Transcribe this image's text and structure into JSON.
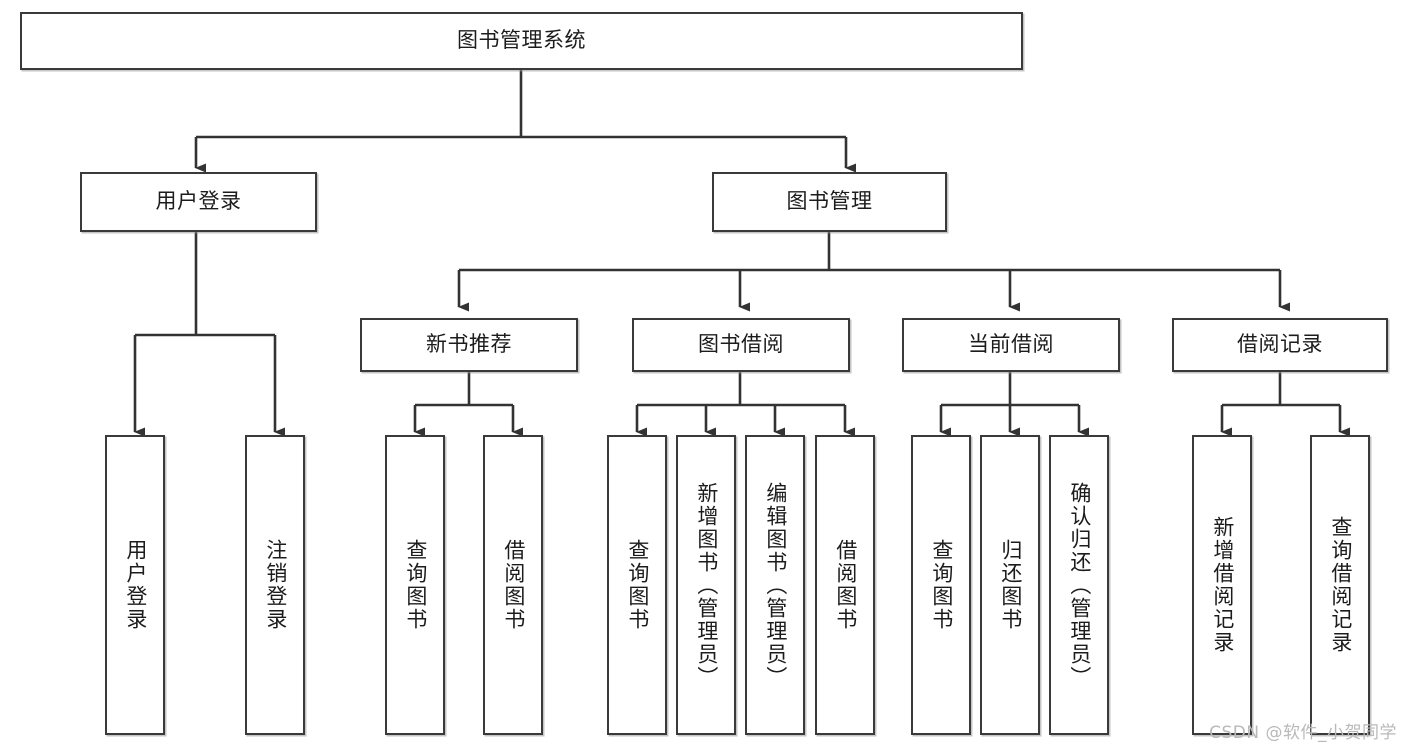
{
  "diagram": {
    "type": "tree",
    "title": "图书管理系统",
    "watermark": "CSDN @软件_小贺同学",
    "root": {
      "label": "图书管理系统"
    },
    "level2": [
      {
        "label": "用户登录"
      },
      {
        "label": "图书管理"
      }
    ],
    "level3": [
      {
        "label": "新书推荐"
      },
      {
        "label": "图书借阅"
      },
      {
        "label": "当前借阅"
      },
      {
        "label": "借阅记录"
      }
    ],
    "leaves": {
      "user_login": [
        {
          "label": "用户登录"
        },
        {
          "label": "注销登录"
        }
      ],
      "new_book": [
        {
          "label": "查询图书"
        },
        {
          "label": "借阅图书"
        }
      ],
      "book_borrow": [
        {
          "label": "查询图书"
        },
        {
          "label": "新增图书（管理员）"
        },
        {
          "label": "编辑图书（管理员）"
        },
        {
          "label": "借阅图书"
        }
      ],
      "current_borrow": [
        {
          "label": "查询图书"
        },
        {
          "label": "归还图书"
        },
        {
          "label": "确认归还（管理员）"
        }
      ],
      "borrow_record": [
        {
          "label": "新增借阅记录"
        },
        {
          "label": "查询借阅记录"
        }
      ]
    },
    "colors": {
      "box_border": "#3a3a3a",
      "box_fill": "#ffffff",
      "connector": "#333333",
      "text": "#1c1c1c",
      "watermark": "#b9b9b9"
    }
  }
}
